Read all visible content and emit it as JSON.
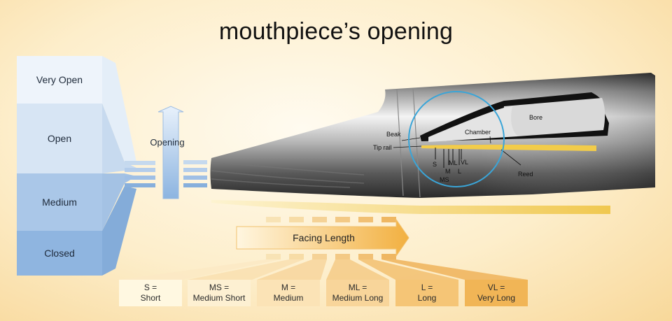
{
  "title": "mouthpiece’s opening",
  "opening": {
    "label": "Opening",
    "levels": [
      "Very Open",
      "Open",
      "Medium",
      "Closed"
    ]
  },
  "facing": {
    "label": "Facing Length",
    "categories": [
      {
        "code": "S =",
        "name": "Short",
        "color": "#fff8e1"
      },
      {
        "code": "MS =",
        "name": "Medium Short",
        "color": "#fdf0d2"
      },
      {
        "code": "M =",
        "name": "Medium",
        "color": "#fbe3b6"
      },
      {
        "code": "ML =",
        "name": "Medium Long",
        "color": "#f8d59a"
      },
      {
        "code": "L =",
        "name": "Long",
        "color": "#f5c576"
      },
      {
        "code": "VL =",
        "name": "Very Long",
        "color": "#f1b556"
      }
    ]
  },
  "mouthpiece": {
    "labels": {
      "beak": "Beak",
      "tip_rail": "Tip rail",
      "chamber": "Chamber",
      "bore": "Bore",
      "reed": "Reed"
    },
    "marks": {
      "s": "S",
      "ms": "MS",
      "m": "M",
      "ml": "ML",
      "l": "L",
      "vl": "VL"
    }
  }
}
